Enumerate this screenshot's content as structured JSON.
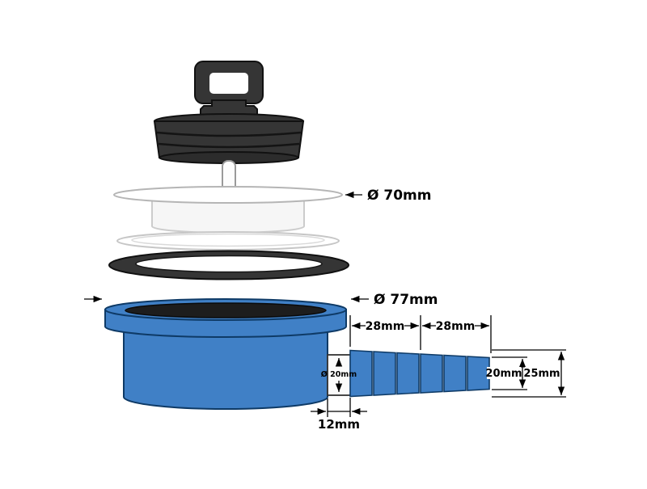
{
  "annotations": {
    "seal_diameter": "Ø 70mm",
    "flange_diameter": "Ø 77mm",
    "barb_span_first": "28mm",
    "barb_span_second": "28mm",
    "outlet_bore": "Ø 20mm",
    "tip_diameter": "20mm",
    "barb_max_diameter": "25mm",
    "outlet_neck_length": "12mm"
  },
  "colors": {
    "body_blue": "#4080c6",
    "dark_rubber": "#353535",
    "dark_rubber_deep": "#2c2c2c",
    "interior_dark": "#1d1d1d"
  }
}
